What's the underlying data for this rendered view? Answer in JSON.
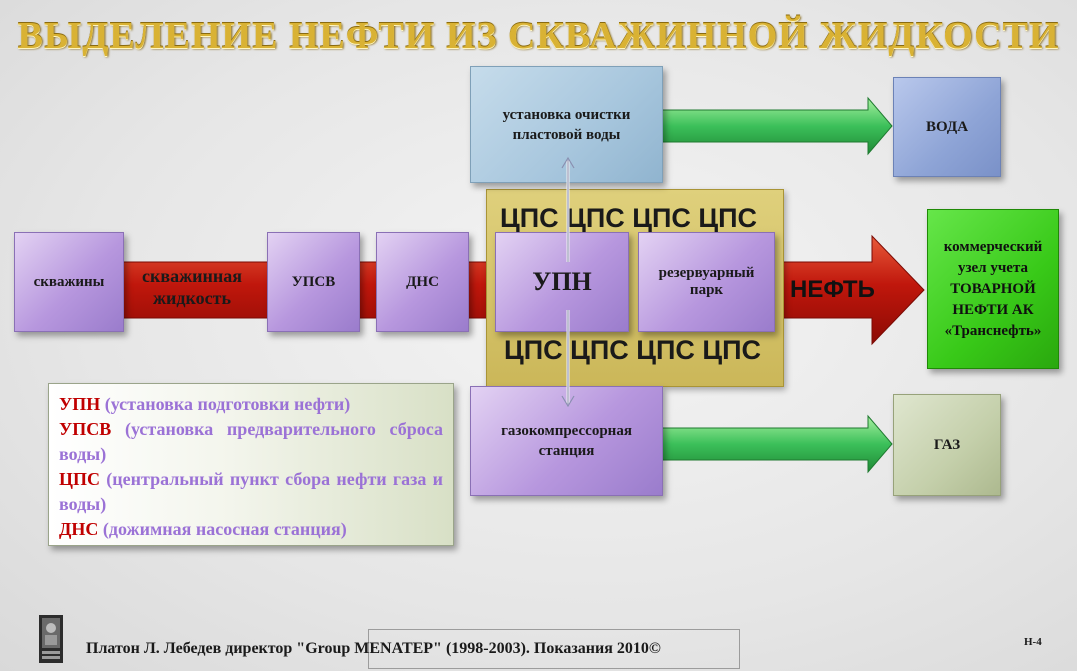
{
  "title": "ВЫДЕЛЕНИЕ НЕФТИ ИЗ СКВАЖИННОЙ ЖИДКОСТИ",
  "nodes": {
    "wells": "скважины",
    "upsv": "УПСВ",
    "dns": "ДНС",
    "upn": "УПН",
    "tank_farm": "резервуарный парк",
    "water_treatment": "установка очистки пластовой воды",
    "water": "ВОДА",
    "gas_station": "газокомпрессорная станция",
    "gas": "ГАЗ",
    "metering": "коммерческий узел учета ТОВАРНОЙ НЕФТИ АК «Транснефть»"
  },
  "arrow_labels": {
    "well_fluid": "скважинная жидкость",
    "oil": "НЕФТЬ"
  },
  "cps": {
    "top": "ЦПС ЦПС ЦПС ЦПС",
    "bottom": "ЦПС ЦПС ЦПС ЦПС"
  },
  "legend": [
    {
      "abbr": "УПН",
      "def": " (установка подготовки нефти)"
    },
    {
      "abbr": "УПСВ",
      "def": " (установка предварительного сброса воды)"
    },
    {
      "abbr": "ЦПС",
      "def": " (центральный пункт сбора нефти газа и воды)"
    },
    {
      "abbr": "ДНС",
      "def": " (дожимная насосная станция)"
    }
  ],
  "footer": "Платон Л. Лебедев директор \"Group MENATEP\" (1998-2003). Показания 2010©",
  "page_id": "Н-4",
  "colors": {
    "title_gold": "#d9b234",
    "main_arrow_red": "#c0170c",
    "branch_arrow_green": "#2fa84a",
    "node_purple": "#b797de",
    "legend_abbr_red": "#c00000",
    "legend_def_purple": "#9b72d6"
  },
  "icons": {
    "logo": "menatep-logo-icon"
  }
}
